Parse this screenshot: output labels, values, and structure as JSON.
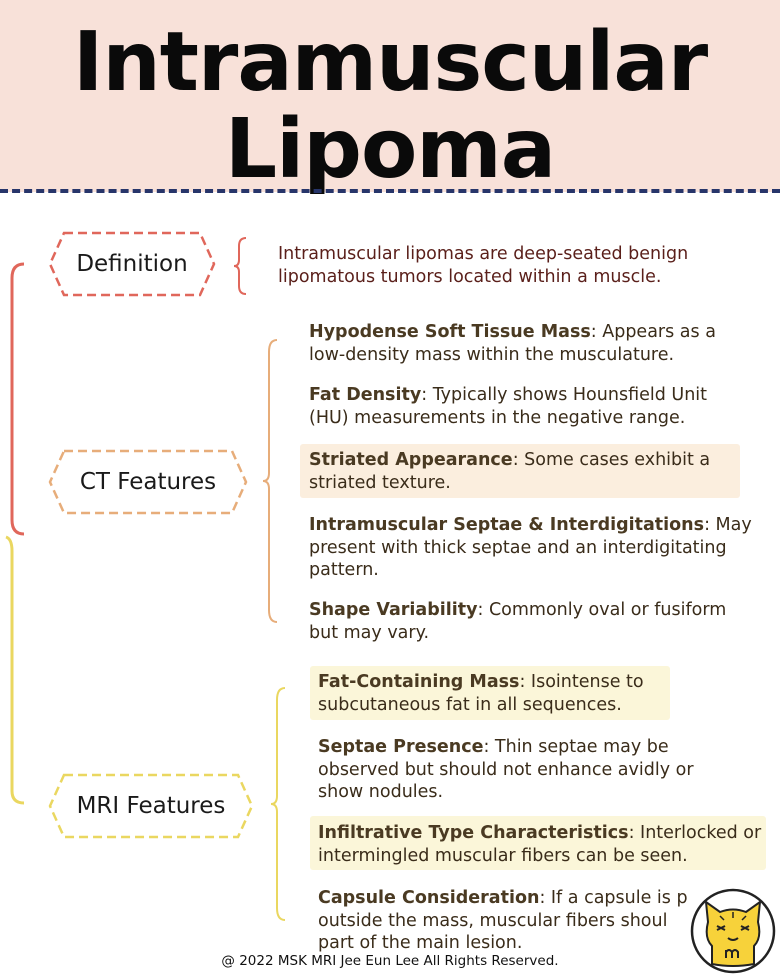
{
  "header": {
    "title_line1": "Intramuscular",
    "title_line2": "Lipoma"
  },
  "colors": {
    "header_bg": "#f8e1d9",
    "definition": "#e0675b",
    "ct": "#e7ad7a",
    "mri": "#ead760",
    "divider": "#27356a"
  },
  "sections": {
    "definition": {
      "label": "Definition",
      "text": "Intramuscular lipomas are deep-seated benign lipomatous tumors located within a muscle."
    },
    "ct": {
      "label": "CT Features",
      "items": [
        {
          "term": "Hypodense Soft Tissue Mass",
          "desc": ": Appears as a low-density mass within the musculature."
        },
        {
          "term": "Fat Density",
          "desc": ": Typically shows Hounsfield Unit (HU) measurements in the negative range."
        },
        {
          "term": "Striated Appearance",
          "desc": ": Some cases exhibit a striated texture."
        },
        {
          "term": "Intramuscular Septae & Interdigitations",
          "desc": ": May present with thick septae and an interdigitating pattern."
        },
        {
          "term": "Shape Variability",
          "desc": ": Commonly oval or fusiform but may vary."
        }
      ]
    },
    "mri": {
      "label": "MRI Features",
      "items": [
        {
          "term": "Fat-Containing Mass",
          "desc": ": Isointense to subcutaneous fat in all sequences."
        },
        {
          "term": "Septae Presence",
          "desc": ": Thin septae may be observed but should not enhance avidly or show nodules."
        },
        {
          "term": "Infiltrative Type Characteristics",
          "desc": ": Interlocked or intermingled muscular fibers can be seen."
        },
        {
          "term": "Capsule Consideration",
          "desc": ": If a capsule is p"
        }
      ],
      "capsule_line2": "outside the mass, muscular fibers shoul",
      "capsule_line3": "part of the main lesion."
    }
  },
  "footer": {
    "copyright": "@ 2022 MSK MRI Jee Eun Lee All Rights Reserved."
  },
  "mascot": {
    "icon": "cat-mascot-icon"
  }
}
